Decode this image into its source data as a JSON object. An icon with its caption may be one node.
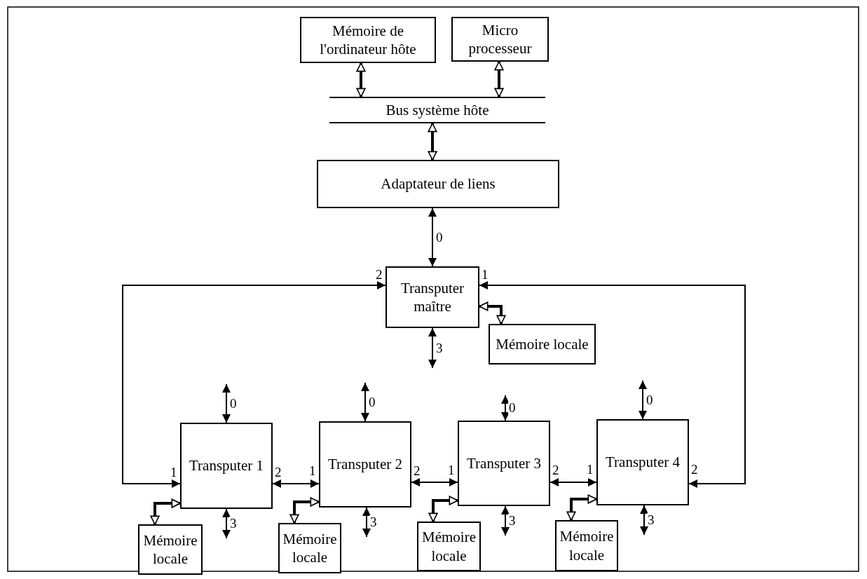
{
  "diagram": {
    "nodes": [
      {
        "text": [
          "Mémoire de l'ordinateur hôte"
        ]
      },
      {
        "text": [
          "Micro processeur"
        ]
      },
      {
        "text": [
          "Bus système hôte"
        ]
      },
      {
        "text": [
          "Adaptateur de liens"
        ]
      },
      {
        "text": [
          "Transputer maître"
        ]
      },
      {
        "text": [
          "Mémoire locale"
        ]
      },
      {
        "text": [
          "Transputer 1"
        ]
      },
      {
        "text": [
          "Transputer 2"
        ]
      },
      {
        "text": [
          "Transputer 3"
        ]
      },
      {
        "text": [
          "Transputer 4"
        ]
      },
      {
        "text": [
          "Mémoire locale"
        ]
      },
      {
        "text": [
          "Mémoire locale"
        ]
      },
      {
        "text": [
          "Mémoire locale"
        ]
      },
      {
        "text": [
          "Mémoire locale"
        ]
      }
    ],
    "edges": [
      {
        "from": 0,
        "to": 2,
        "arrow": "both",
        "style": "thick"
      },
      {
        "from": 1,
        "to": 2,
        "arrow": "both",
        "style": "thick"
      },
      {
        "from": 2,
        "to": 3,
        "arrow": "both",
        "style": "thick"
      },
      {
        "from": 3,
        "to": 4,
        "arrow": "both",
        "label": "0"
      },
      {
        "from": 4,
        "to": 6,
        "arrow": "both"
      },
      {
        "from": 4,
        "to": 9,
        "arrow": "both"
      },
      {
        "from": 5,
        "to": 4,
        "arrow": "both",
        "style": "thick"
      },
      {
        "from": 4,
        "to": null,
        "arrow": "both",
        "label": "3"
      },
      {
        "from": null,
        "to": 6,
        "arrow": "both",
        "label": "0"
      },
      {
        "from": 6,
        "to": null,
        "arrow": "both",
        "label": "3"
      },
      {
        "from": 6,
        "to": 7,
        "arrow": "both"
      },
      {
        "from": 10,
        "to": 6,
        "arrow": "both",
        "style": "thick"
      },
      {
        "from": null,
        "to": 7,
        "arrow": "both",
        "label": "0"
      },
      {
        "from": 7,
        "to": null,
        "arrow": "both",
        "label": "3"
      },
      {
        "from": 7,
        "to": 8,
        "arrow": "both"
      },
      {
        "from": 11,
        "to": 7,
        "arrow": "both",
        "style": "thick"
      },
      {
        "from": null,
        "to": 8,
        "arrow": "both",
        "label": "0"
      },
      {
        "from": 8,
        "to": null,
        "arrow": "both",
        "label": "3"
      },
      {
        "from": 8,
        "to": 9,
        "arrow": "both"
      },
      {
        "from": 12,
        "to": 8,
        "arrow": "both",
        "style": "thick"
      },
      {
        "from": null,
        "to": 9,
        "arrow": "both",
        "label": "0"
      },
      {
        "from": 9,
        "to": null,
        "arrow": "both",
        "label": "3"
      },
      {
        "from": 13,
        "to": 9,
        "arrow": "both",
        "style": "thick"
      }
    ],
    "labels": [
      "2",
      "1",
      "1",
      "2",
      "1",
      "2",
      "1",
      "2",
      "1",
      "2"
    ]
  }
}
